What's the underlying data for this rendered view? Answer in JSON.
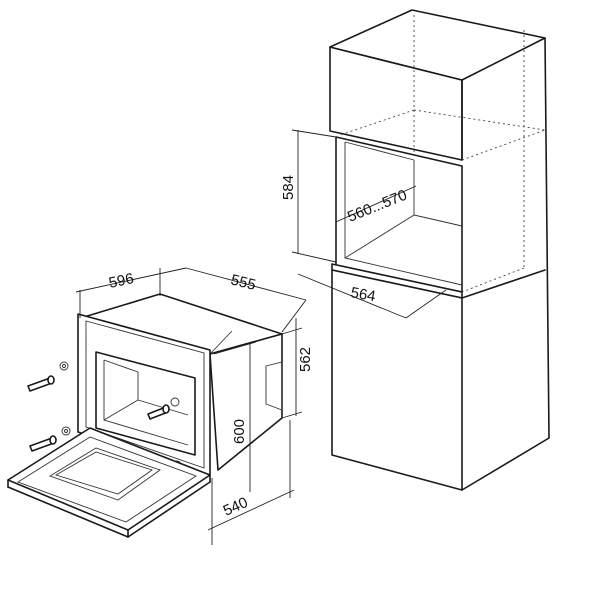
{
  "diagram": {
    "dimensions": {
      "oven_width": "596",
      "oven_depth": "555",
      "oven_height": "562",
      "front_height": "600",
      "front_depth": "540",
      "niche_height": "584",
      "niche_width": "560...570",
      "niche_depth": "564"
    }
  }
}
